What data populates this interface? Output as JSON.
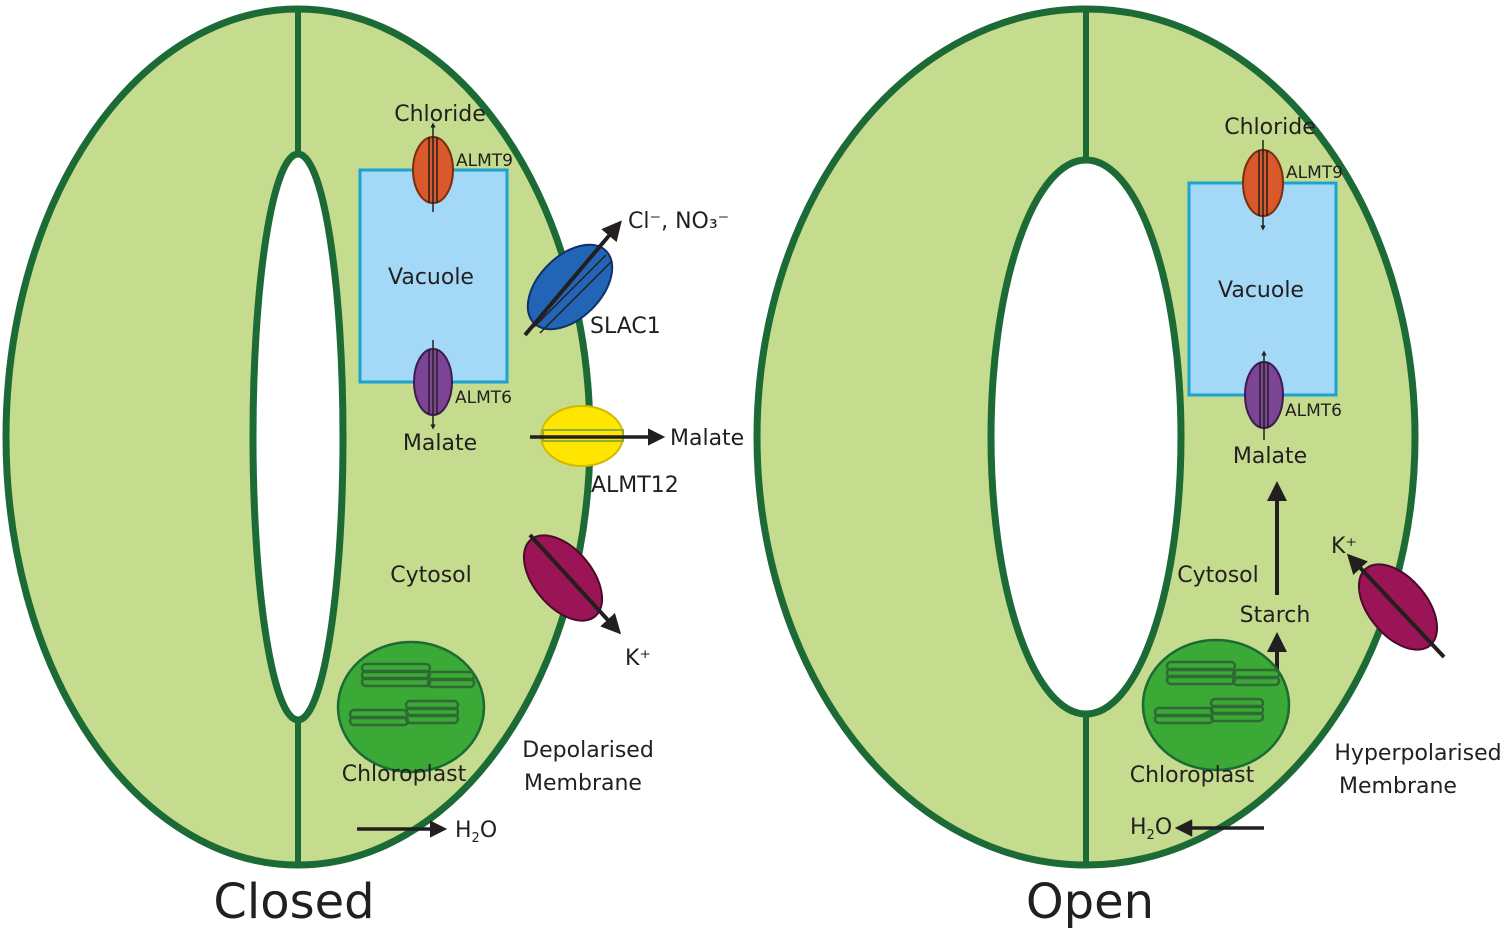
{
  "colors": {
    "cell_fill": "#c5db8d",
    "cell_outline": "#1c6a35",
    "vacuole_fill": "#a3d9f6",
    "vacuole_outline": "#1aa3d3",
    "almt9": "#d9592b",
    "almt6": "#7c4495",
    "slac1": "#2264b5",
    "almt12": "#ffe600",
    "k_channel": "#9a1456",
    "chloroplast": "#3aa935",
    "arrow": "#231f20"
  },
  "closed": {
    "title": "Closed",
    "chloride": "Chloride",
    "almt9": "ALMT9",
    "vacuole": "Vacuole",
    "almt6": "ALMT6",
    "malate": "Malate",
    "cytosol": "Cytosol",
    "chloroplast": "Chloroplast",
    "slac1": "SLAC1",
    "slac1_ions": "Cl⁻, NO₃⁻",
    "almt12_out": "Malate",
    "almt12": "ALMT12",
    "k_ion": "K⁺",
    "membrane_line1": "Depolarised",
    "membrane_line2": "Membrane",
    "water_h": "H",
    "water_2": "2",
    "water_o": "O"
  },
  "open": {
    "title": "Open",
    "chloride": "Chloride",
    "almt9": "ALMT9",
    "vacuole": "Vacuole",
    "almt6": "ALMT6",
    "malate": "Malate",
    "cytosol": "Cytosol",
    "starch": "Starch",
    "chloroplast": "Chloroplast",
    "k_ion": "K⁺",
    "membrane_line1": "Hyperpolarised",
    "membrane_line2": "Membrane",
    "water_h": "H",
    "water_2": "2",
    "water_o": "O"
  }
}
